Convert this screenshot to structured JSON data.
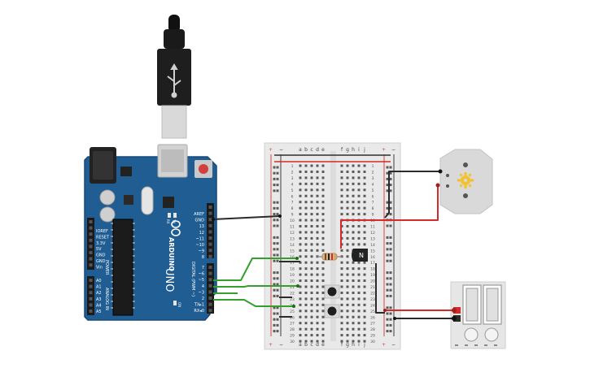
{
  "colors": {
    "arduino_board": "#1f5d93",
    "arduino_edge": "#17497a",
    "breadboard": "#e9e9e9",
    "wire_green": "#33a02c",
    "wire_red": "#d42a2a",
    "wire_black": "#2b2b2b",
    "motor_body": "#d9d9d9",
    "battery_body": "#e6e6e6",
    "gear_yellow": "#f2c12e"
  },
  "arduino": {
    "brand": "ARDUINO",
    "model": "UNO",
    "power_header_title": "POWER",
    "analog_header_title": "ANALOG IN",
    "digital_header_title": "DIGITAL (PWM ~)",
    "power_pins": [
      "IOREF",
      "RESET",
      "3.3V",
      "5V",
      "GND",
      "GND",
      "Vin"
    ],
    "analog_pins": [
      "A0",
      "A1",
      "A2",
      "A3",
      "A4",
      "A5"
    ],
    "digital_pins_top": [
      "AREF",
      "GND",
      "13",
      "12",
      "~11",
      "~10",
      "~9",
      "8"
    ],
    "digital_pins_bottom": [
      "7",
      "~6",
      "~5",
      "4",
      "~3",
      "2",
      "TX▸1",
      "RX◂0"
    ],
    "tx_label": "TX",
    "rx_label": "RX",
    "l_label": "L",
    "on_label": "ON"
  },
  "breadboard": {
    "columns_left": [
      "a",
      "b",
      "c",
      "d",
      "e"
    ],
    "columns_right": [
      "f",
      "g",
      "h",
      "i",
      "j"
    ],
    "row_count": 30,
    "plus_label": "+",
    "minus_label": "−"
  },
  "transistor": {
    "label": "N"
  },
  "motor": {
    "icon": "gear-icon"
  },
  "battery": {
    "cells": 2
  }
}
